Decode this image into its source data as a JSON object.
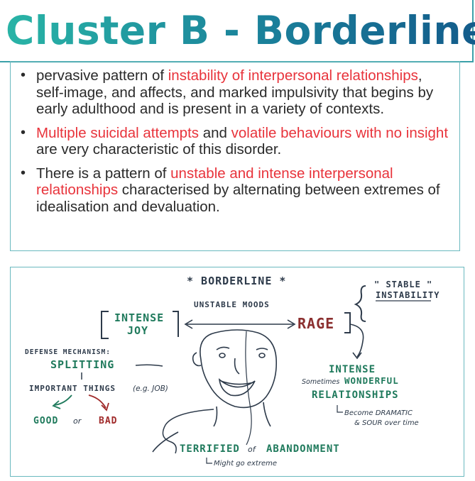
{
  "title": "Cluster B - Borderline",
  "bullets": [
    {
      "segments": [
        {
          "text": "pervasive pattern of ",
          "red": false
        },
        {
          "text": "instability of interpersonal relationships",
          "red": true
        },
        {
          "text": ", self-image, and affects, and marked impulsivity that begins by early adulthood and is present in a variety of contexts.",
          "red": false
        }
      ]
    },
    {
      "segments": [
        {
          "text": "Multiple suicidal attempts",
          "red": true
        },
        {
          "text": " and ",
          "red": false
        },
        {
          "text": "volatile behaviours with no insight",
          "red": true
        },
        {
          "text": " are very characteristic of this disorder.",
          "red": false
        }
      ]
    },
    {
      "segments": [
        {
          "text": "There is a pattern of ",
          "red": false
        },
        {
          "text": "unstable and intense interpersonal relationships",
          "red": true
        },
        {
          "text": " characterised by alternating between extremes of idealisation and devaluation.",
          "red": false
        }
      ]
    }
  ],
  "illustration": {
    "heading": "* BORDERLINE *",
    "stable_instability_1": "\" STABLE \"",
    "stable_instability_2": "INSTABILITY",
    "unstable_moods": "UNSTABLE MOODS",
    "intense_joy_1": "INTENSE",
    "intense_joy_2": "JOY",
    "rage": "RAGE",
    "defense_mechanism": "DEFENSE MECHANISM:",
    "splitting": "SPLITTING",
    "important_things": "IMPORTANT THINGS",
    "eg_job": "(e.g. JOB)",
    "good": "GOOD",
    "or": "or",
    "bad": "BAD",
    "intense_rel_1": "INTENSE",
    "intense_rel_2a": "Sometimes",
    "intense_rel_2b": "WONDERFUL",
    "intense_rel_3": "RELATIONSHIPS",
    "become_1": "Become DRAMATIC",
    "become_2": "& SOUR over time",
    "terrified_a": "TERRIFIED",
    "terrified_b": "of",
    "terrified_c": "ABANDONMENT",
    "might_go": "Might go extreme"
  }
}
